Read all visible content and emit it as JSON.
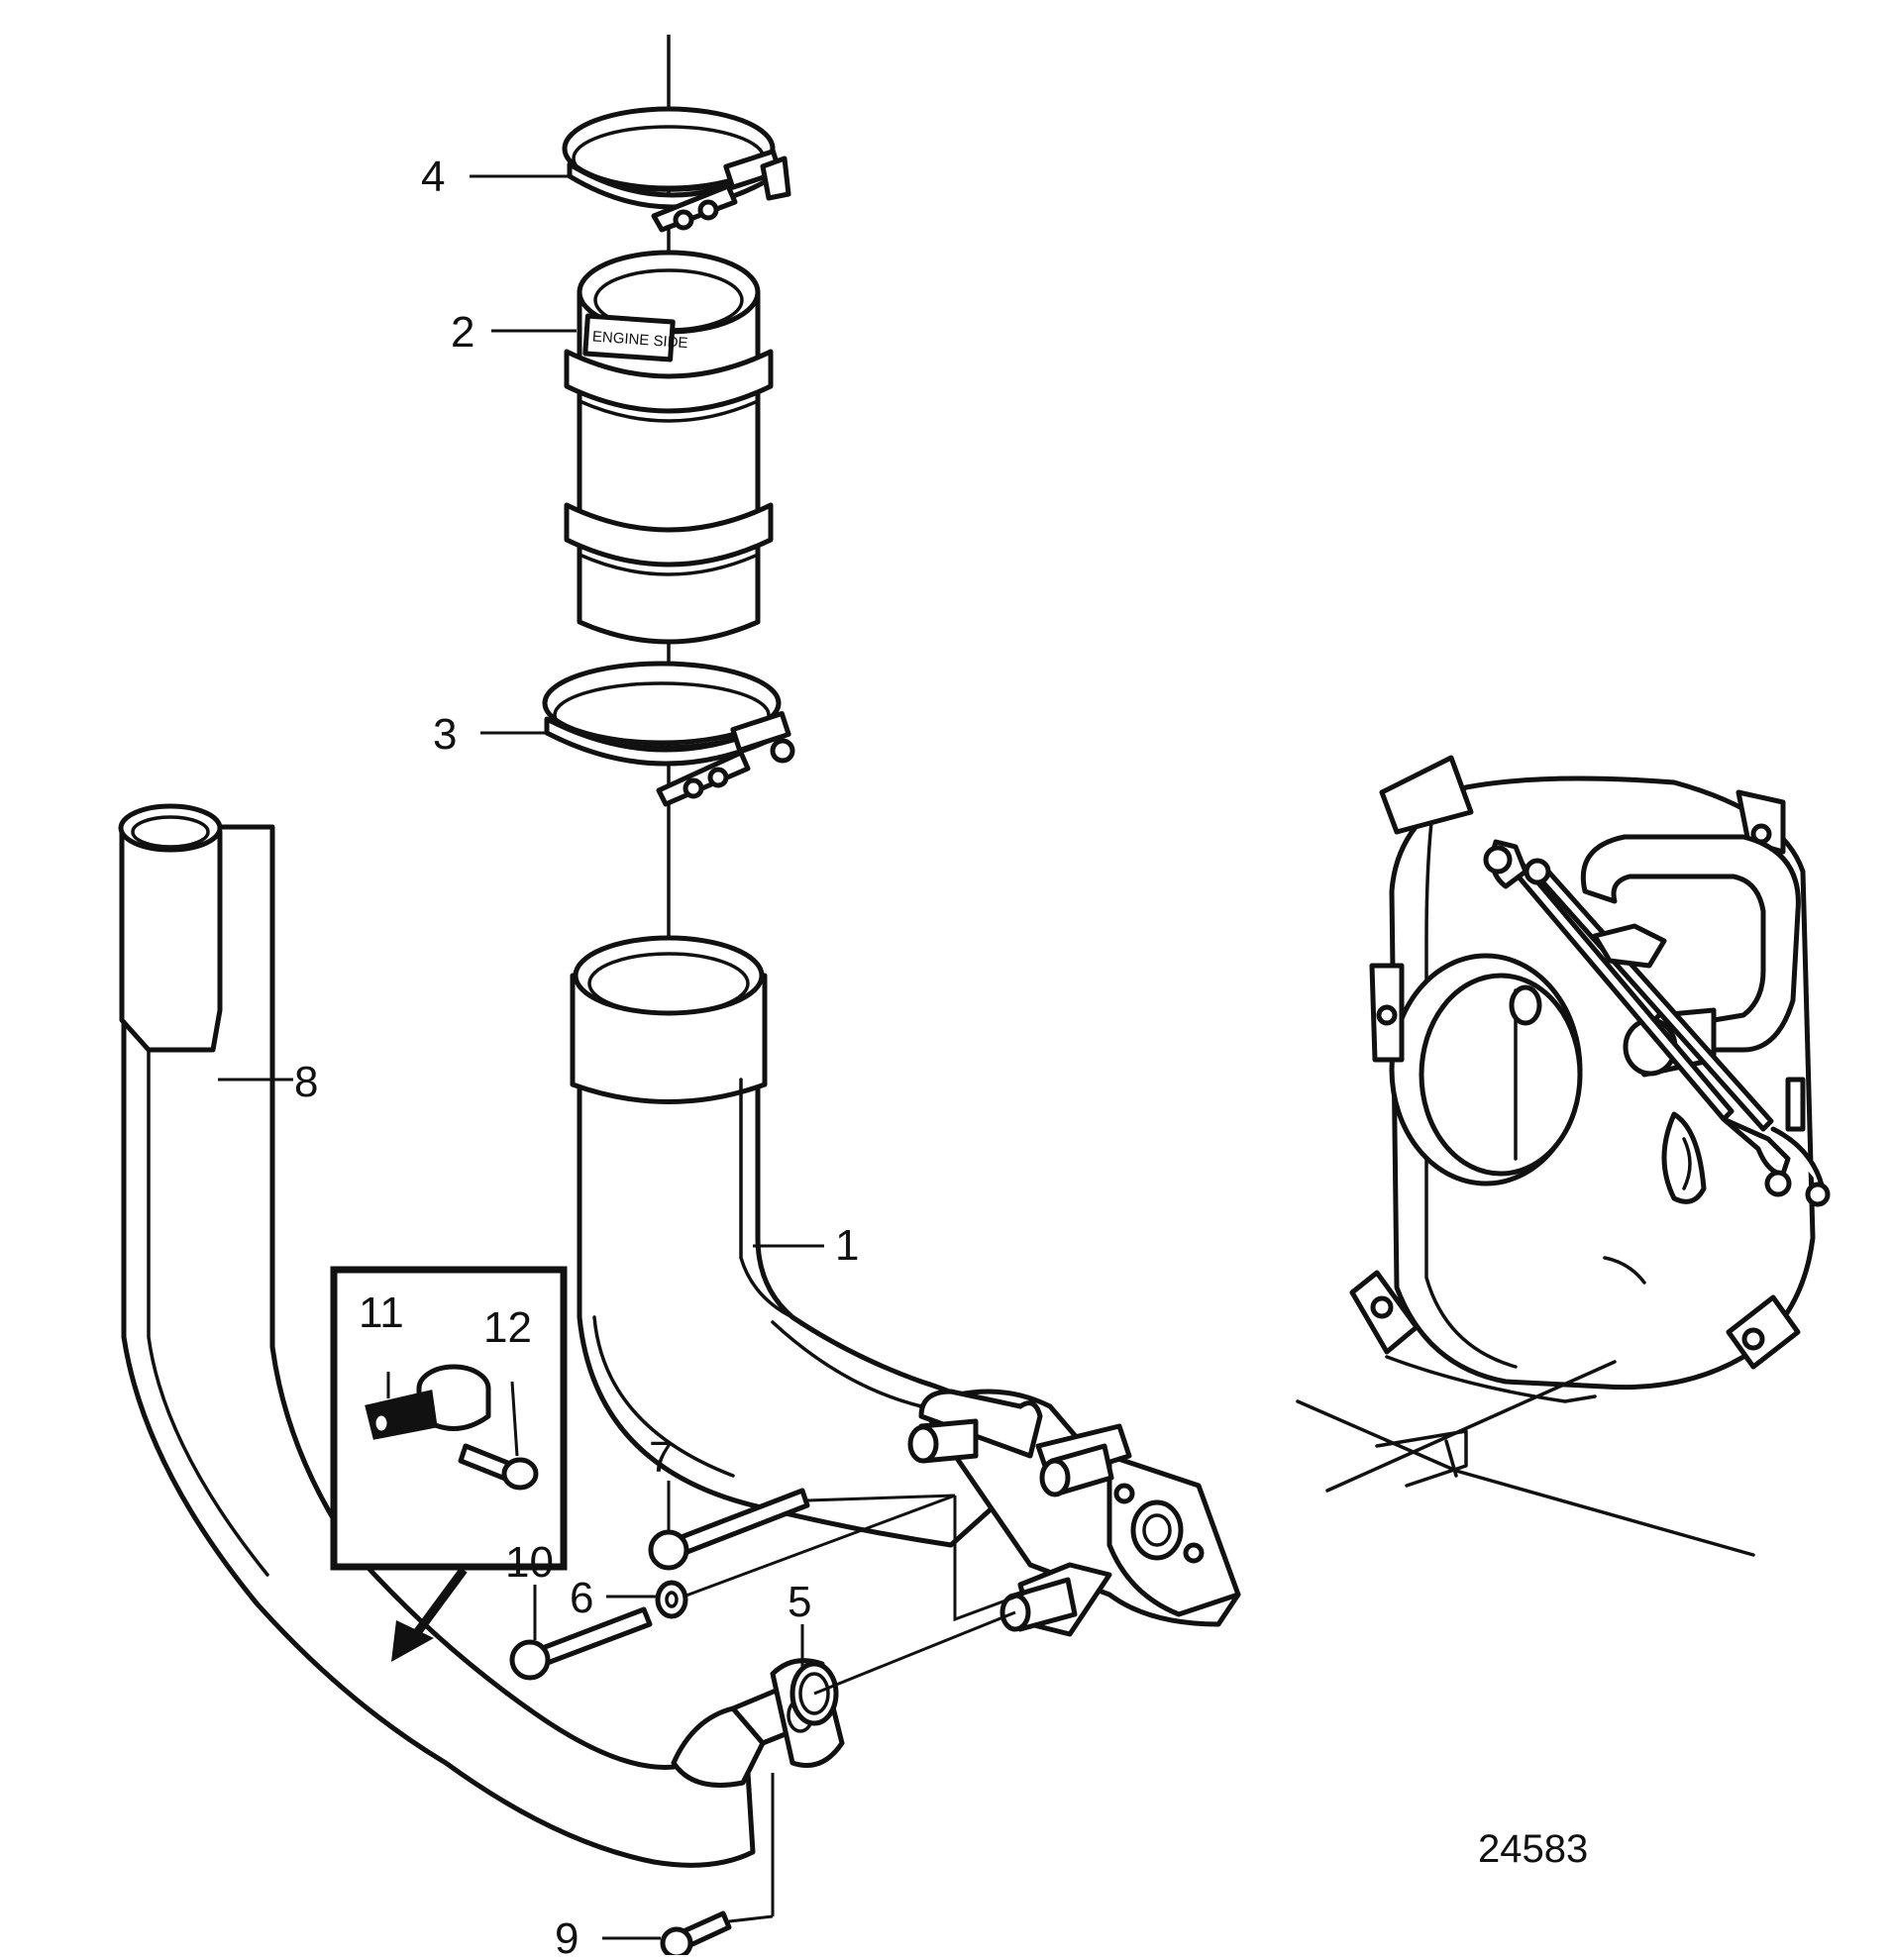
{
  "diagram": {
    "reference_number": "24583",
    "callouts": [
      {
        "id": "c1",
        "number": "1"
      },
      {
        "id": "c2",
        "number": "2"
      },
      {
        "id": "c3",
        "number": "3"
      },
      {
        "id": "c4",
        "number": "4"
      },
      {
        "id": "c5",
        "number": "5"
      },
      {
        "id": "c6",
        "number": "6"
      },
      {
        "id": "c7",
        "number": "7"
      },
      {
        "id": "c8",
        "number": "8"
      },
      {
        "id": "c9",
        "number": "9"
      },
      {
        "id": "c10",
        "number": "10"
      },
      {
        "id": "c11",
        "number": "11"
      },
      {
        "id": "c12",
        "number": "12"
      }
    ],
    "hose_label": "ENGINE SIDE"
  }
}
